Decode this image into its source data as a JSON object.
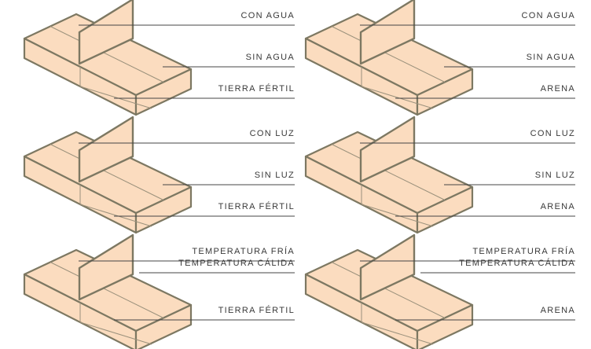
{
  "colors": {
    "box_fill": "#fbdcbf",
    "edge": "#7d7862",
    "inner": "#9b917c",
    "leader": "#444444",
    "text": "#3a3a3a"
  },
  "panels": [
    {
      "id": "agua-tierra",
      "labels": [
        "CON AGUA",
        "SIN AGUA",
        "TIERRA FÉRTIL"
      ]
    },
    {
      "id": "agua-arena",
      "labels": [
        "CON AGUA",
        "SIN AGUA",
        "ARENA"
      ]
    },
    {
      "id": "luz-tierra",
      "labels": [
        "CON LUZ",
        "SIN LUZ",
        "TIERRA FÉRTIL"
      ]
    },
    {
      "id": "luz-arena",
      "labels": [
        "CON LUZ",
        "SIN LUZ",
        "ARENA"
      ]
    },
    {
      "id": "temp-tierra",
      "labels": [
        "TEMPERATURA FRÍA",
        "TEMPERATURA CÁLIDA",
        "TIERRA FÉRTIL"
      ]
    },
    {
      "id": "temp-arena",
      "labels": [
        "TEMPERATURA FRÍA",
        "TEMPERATURA CÁLIDA",
        "ARENA"
      ]
    }
  ]
}
